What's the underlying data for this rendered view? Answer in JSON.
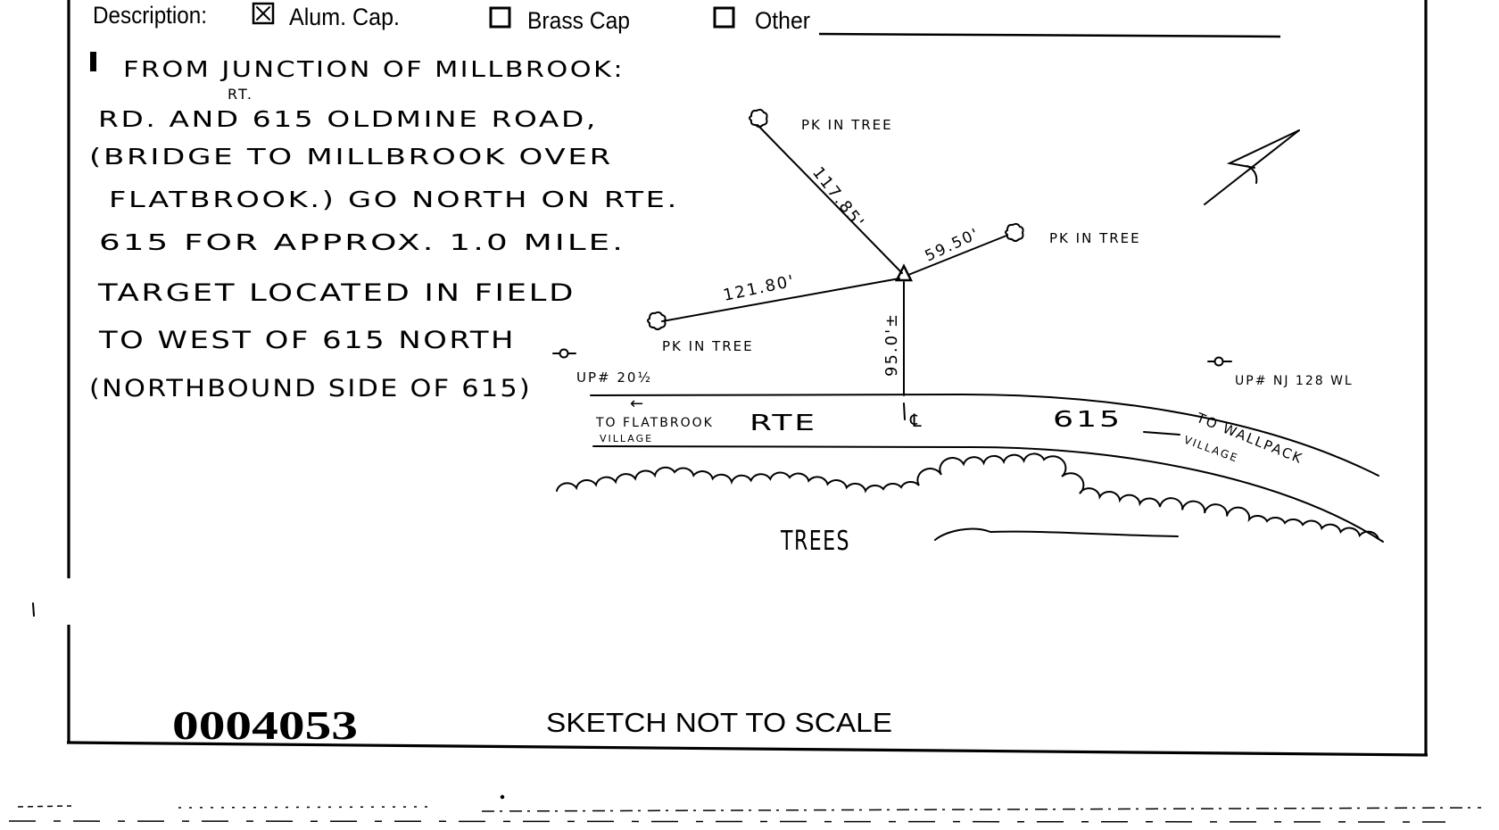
{
  "form": {
    "description_label": "Description:",
    "options": [
      {
        "label": "Alum. Cap.",
        "checked": true,
        "icon": "checkbox-checked-icon"
      },
      {
        "label": "Brass Cap",
        "checked": false,
        "icon": "checkbox-empty-icon"
      },
      {
        "label": "Other",
        "checked": false,
        "icon": "checkbox-empty-icon"
      }
    ],
    "other_value": ""
  },
  "directions": {
    "lines": [
      "FROM JUNCTION OF MILLBROOK:",
      "RD. AND 615 OLDMINE ROAD,",
      "(BRIDGE TO MILLBROOK OVER",
      "FLATBROOK.) GO NORTH ON RTE.",
      "615 FOR APPROX. 1.0 MILE.",
      "TARGET LOCATED IN FIELD",
      "TO WEST OF 615 NORTH",
      "(NORTHBOUND SIDE OF 615)"
    ],
    "insert": "RT."
  },
  "sketch": {
    "reference_labels": [
      "PK IN TREE",
      "PK IN TREE",
      "PK IN TREE"
    ],
    "distances": {
      "north_tree": "117.85'",
      "east_tree": "59.50'",
      "west_tree": "121.80'",
      "to_road": "95.0'±"
    },
    "poles": [
      {
        "label": "UP# 20½"
      },
      {
        "label": "UP# NJ 128 WL"
      }
    ],
    "road": {
      "prefix": "RTE",
      "number": "615",
      "centerline": "℄",
      "west_dest_1": "TO FLATBROOK",
      "west_dest_2": "VILLAGE",
      "west_arrow": "←",
      "east_dest_1": "TO WALLPACK",
      "east_dest_2": "VILLAGE"
    },
    "trees_label": "TREES",
    "north_arrow_icon": "north-arrow-icon"
  },
  "footer": {
    "id_number": "0004053",
    "note": "SKETCH NOT TO SCALE"
  }
}
